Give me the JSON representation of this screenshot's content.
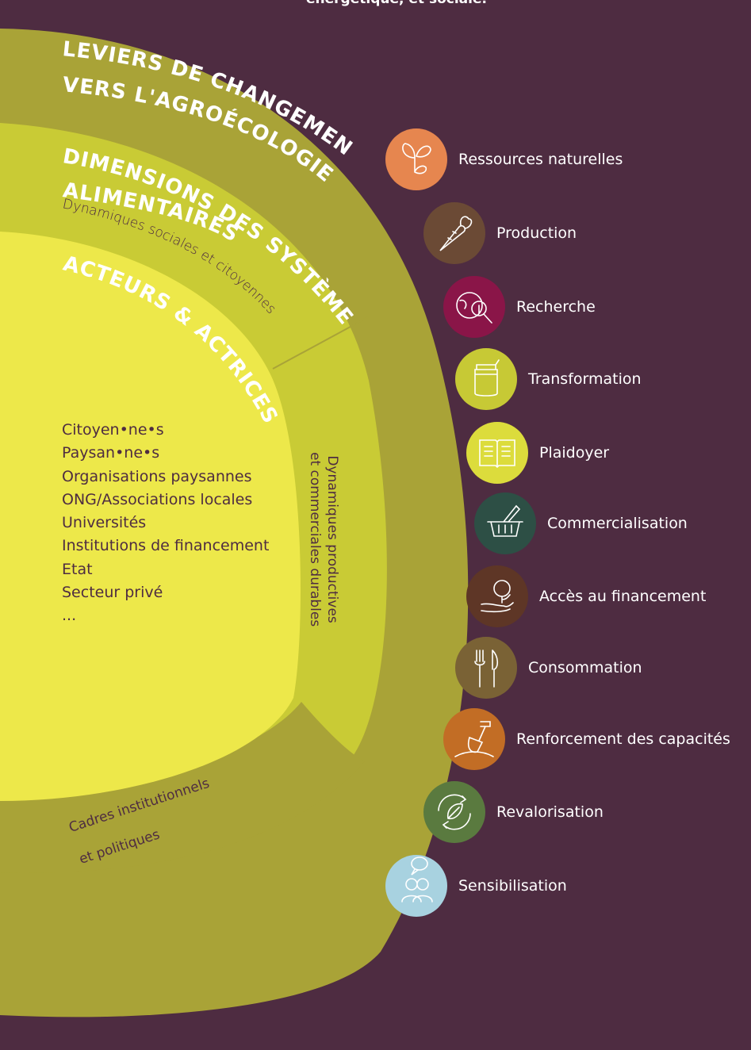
{
  "intro_text_tail": "énergétique, et sociale.",
  "rings": {
    "outer_heading_line1": "LEVIERS DE CHANGEMENT",
    "outer_heading_line2": "VERS L'AGROÉCOLOGIE",
    "middle_heading_line1": "DIMENSIONS DES SYSTÈMES",
    "middle_heading_line2": "ALIMENTAIRES",
    "inner_heading": "ACTEURS & ACTRICES",
    "segment_social": "Dynamiques sociales et citoyennes",
    "segment_productive_line1": "Dynamiques productives",
    "segment_productive_line2": "et commerciales durables",
    "segment_institutional_line1": "Cadres institutionnels",
    "segment_institutional_line2": "et politiques"
  },
  "actors": [
    "Citoyen•ne•s",
    "Paysan•ne•s",
    "Organisations paysannes",
    "ONG/Associations locales",
    "Universités",
    "Institutions de financement",
    "Etat",
    "Secteur privé",
    "..."
  ],
  "levers": [
    {
      "label": "Ressources naturelles",
      "icon": "sprout-icon",
      "color": "#e6864f"
    },
    {
      "label": "Production",
      "icon": "carrot-icon",
      "color": "#6b4a35"
    },
    {
      "label": "Recherche",
      "icon": "globe-magnifier-icon",
      "color": "#8a1548"
    },
    {
      "label": "Transformation",
      "icon": "jar-icon",
      "color": "#c7c935"
    },
    {
      "label": "Plaidoyer",
      "icon": "book-icon",
      "color": "#dcdc3c"
    },
    {
      "label": "Commercialisation",
      "icon": "basket-icon",
      "color": "#2d4f45"
    },
    {
      "label": "Accès au financement",
      "icon": "money-plant-icon",
      "color": "#5e3626"
    },
    {
      "label": "Consommation",
      "icon": "fork-knife-icon",
      "color": "#7a6235"
    },
    {
      "label": "Renforcement des capacités",
      "icon": "shovel-icon",
      "color": "#c26d25"
    },
    {
      "label": "Revalorisation",
      "icon": "recycle-leaf-icon",
      "color": "#5a7a3f"
    },
    {
      "label": "Sensibilisation",
      "icon": "people-speech-icon",
      "color": "#a8d2e0"
    }
  ],
  "colors": {
    "background": "#4e2c41",
    "outer_ring": "#a9a337",
    "middle_ring": "#c9cb35",
    "inner_disk": "#ede84a",
    "divider": "#a9a337"
  }
}
